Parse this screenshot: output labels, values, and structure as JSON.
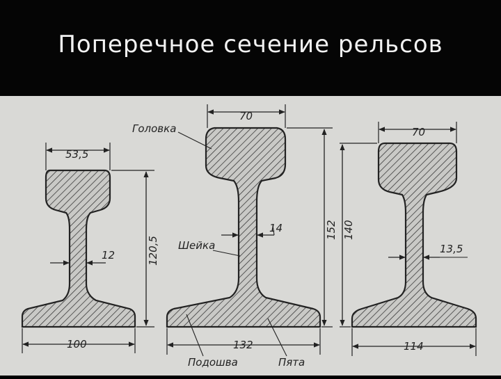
{
  "slide": {
    "title": "Поперечное сечение рельсов"
  },
  "colors": {
    "title_bg": "#050505",
    "title_text": "#f2f2f2",
    "paper": "#d9d9d6",
    "ink": "#222222"
  },
  "parts": {
    "head": "Головка",
    "web": "Шейка",
    "base": "Подошва",
    "foot": "Пята"
  },
  "rails": [
    {
      "name": "rail-small",
      "dims": {
        "head_width": "53,5",
        "web_thickness": "12",
        "height": "120,5",
        "base_width": "100"
      }
    },
    {
      "name": "rail-middle",
      "dims": {
        "head_width": "70",
        "web_thickness": "14",
        "height_total": "152",
        "base_width": "132"
      }
    },
    {
      "name": "rail-right",
      "dims": {
        "head_width": "70",
        "web_thickness": "13,5",
        "height": "140",
        "base_width": "114"
      }
    }
  ]
}
